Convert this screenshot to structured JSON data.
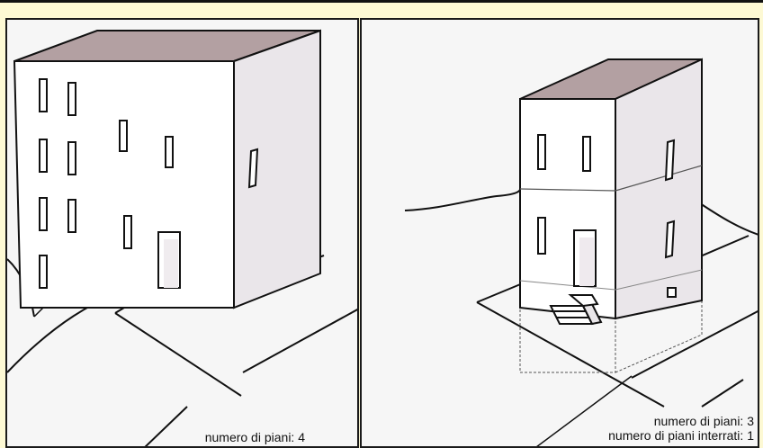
{
  "header": {
    "title": ""
  },
  "panels": [
    {
      "id": "above-ground-building",
      "captions": [
        "numero di piani: 4"
      ]
    },
    {
      "id": "building-with-basement",
      "captions": [
        "numero di piani: 3",
        "numero di piani interrati: 1"
      ]
    }
  ],
  "colors": {
    "roof": "#b3a0a2",
    "wall": "#ffffff",
    "shade": "#eae6ea",
    "line": "#111111",
    "background": "#fdf9d4"
  }
}
